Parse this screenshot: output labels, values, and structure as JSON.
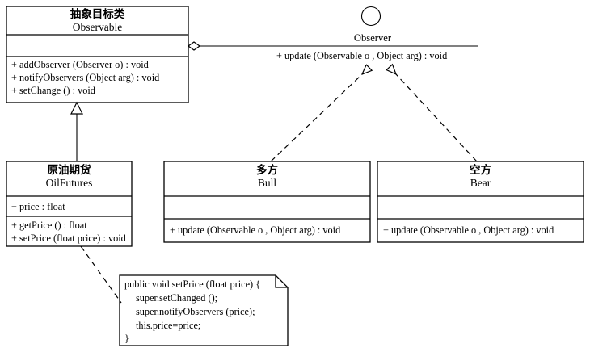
{
  "diagram": {
    "kind": "uml-class-diagram",
    "title_visible": false,
    "background_color": "#ffffff",
    "line_color": "#000000",
    "classes": [
      {
        "id": "observable",
        "name_cn": "抽象目标类",
        "name_en": "Observable",
        "attributes": [],
        "operations": [
          "+ addObserver (Observer o) : void",
          "+ notifyObservers (Object arg) : void",
          "+ setChange () : void"
        ]
      },
      {
        "id": "oilfutures",
        "name_cn": "原油期货",
        "name_en": "OilFutures",
        "attributes": [
          "− price : float"
        ],
        "operations": [
          "+ getPrice () : float",
          "+ setPrice (float price) : void"
        ]
      },
      {
        "id": "bull",
        "name_cn": "多方",
        "name_en": "Bull",
        "attributes": [],
        "operations": [
          "+ update (Observable o , Object arg) : void"
        ]
      },
      {
        "id": "bear",
        "name_cn": "空方",
        "name_en": "Bear",
        "attributes": [],
        "operations": [
          "+ update (Observable o , Object arg) : void"
        ]
      }
    ],
    "interface": {
      "id": "observer",
      "name": "Observer",
      "notation": "lollipop-circle",
      "operations": [
        "+ update (Observable o , Object arg) : void"
      ]
    },
    "note": {
      "id": "setprice-note",
      "lines": [
        "public void setPrice (float price) {",
        "super.setChanged ();",
        "super.notifyObservers (price);",
        "this.price=price;",
        "}"
      ]
    },
    "relationships": [
      {
        "id": "aggregation-observable-observer",
        "type": "aggregation",
        "from": "observable",
        "to": "observer",
        "marker": "hollow-diamond"
      },
      {
        "id": "generalization-oilfutures-observable",
        "type": "generalization",
        "from": "oilfutures",
        "to": "observable",
        "marker": "hollow-triangle"
      },
      {
        "id": "realization-bull-observer",
        "type": "realization",
        "from": "bull",
        "to": "observer",
        "marker": "hollow-triangle-dashed"
      },
      {
        "id": "realization-bear-observer",
        "type": "realization",
        "from": "bear",
        "to": "observer",
        "marker": "hollow-triangle-dashed"
      },
      {
        "id": "note-anchor-oilfutures",
        "type": "note-anchor",
        "from": "oilfutures",
        "to": "setprice-note",
        "marker": "dashed-line"
      }
    ]
  }
}
